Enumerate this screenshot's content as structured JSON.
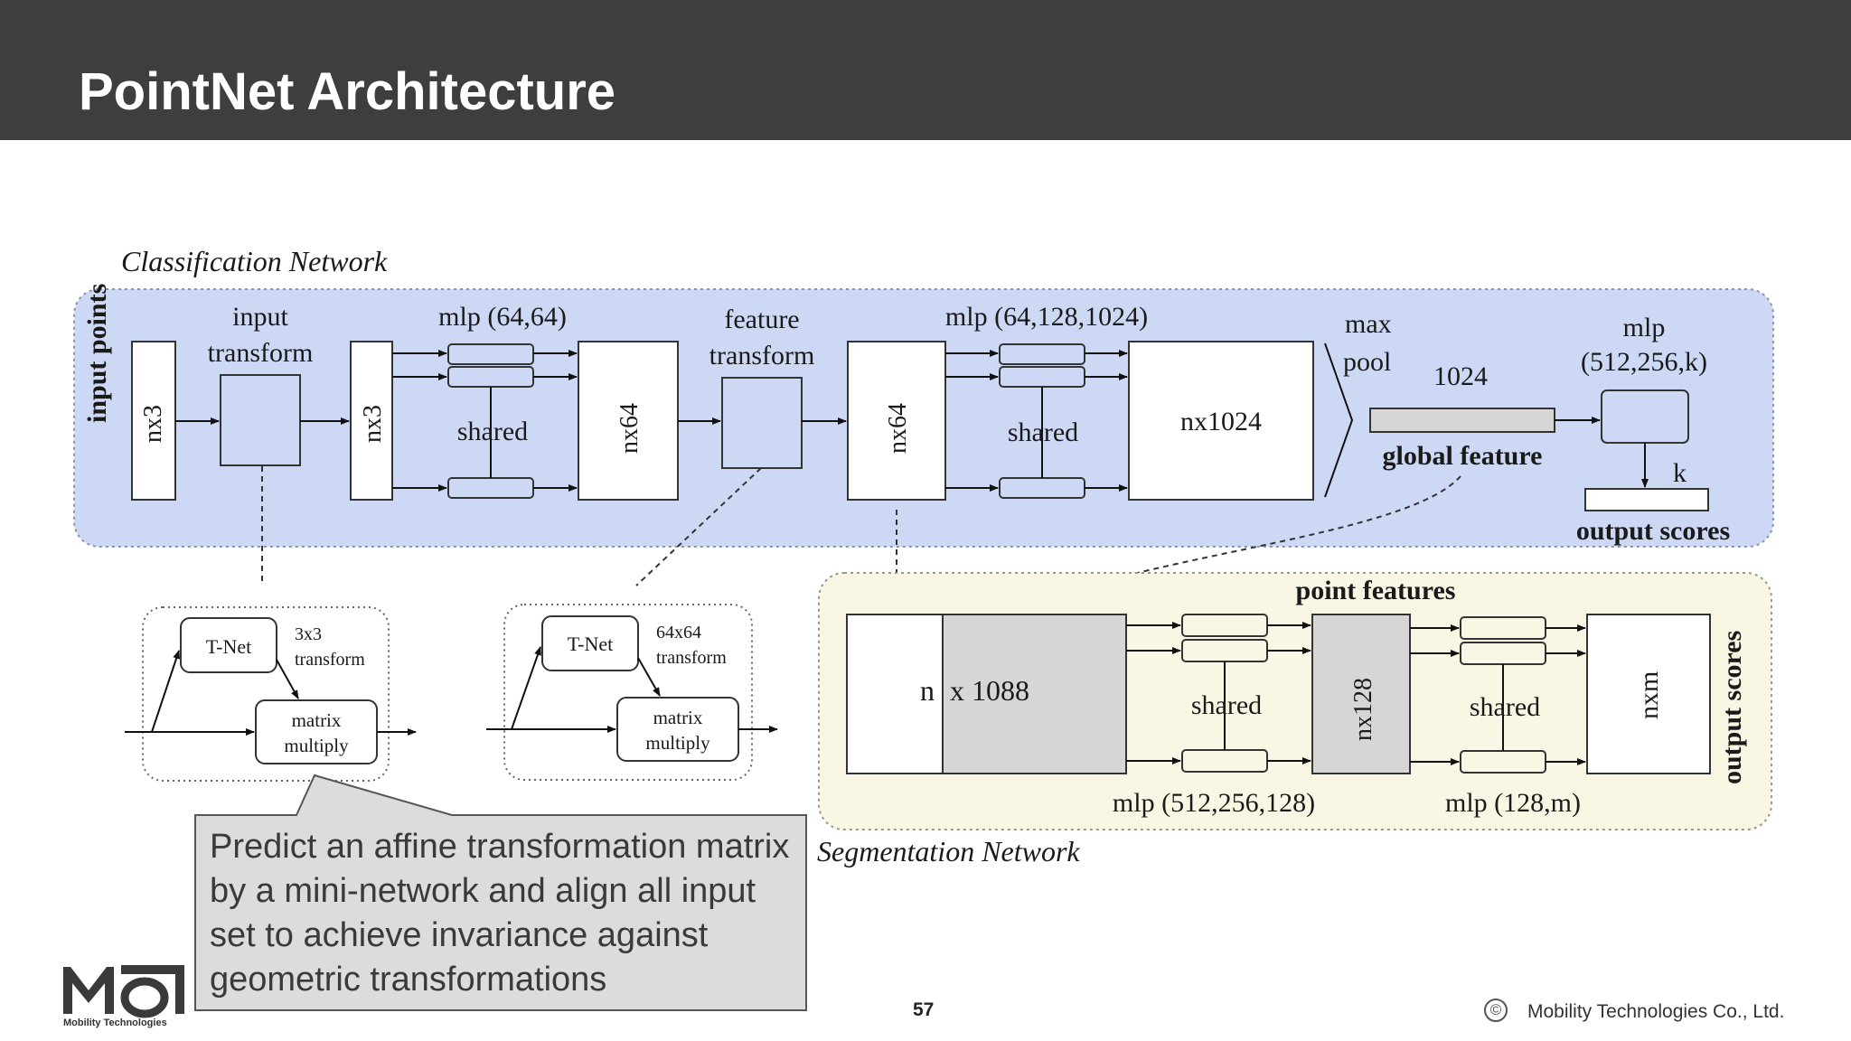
{
  "slide": {
    "title": "PointNet Architecture",
    "page_number": "57",
    "copyright_symbol": "©",
    "copyright": "Mobility Technologies Co., Ltd.",
    "logo_text": "Mobility Technologies",
    "callout": "Predict an affine transformation matrix by a mini-network and align all input set to achieve invariance against geometric transformations"
  },
  "colors": {
    "header_bg": "#3c3f3d",
    "classification_bg": "#cdd8f5",
    "segmentation_bg": "#faf6e4",
    "gray_block": "#d6d6d6",
    "callout_bg": "#dcdcda"
  },
  "diagram": {
    "classification_title": "Classification Network",
    "segmentation_title": "Segmentation Network",
    "input_points": "input points",
    "nx3": "nx3",
    "input_transform_1": "input",
    "input_transform_2": "transform",
    "mlp1": "mlp (64,64)",
    "shared": "shared",
    "nx64": "nx64",
    "feature_transform_1": "feature",
    "feature_transform_2": "transform",
    "mlp2": "mlp (64,128,1024)",
    "nx1024": "nx1024",
    "max": "max",
    "pool": "pool",
    "dim_1024": "1024",
    "global_feature": "global feature",
    "mlp3_1": "mlp",
    "mlp3_2": "(512,256,k)",
    "k": "k",
    "output_scores": "output scores",
    "tnet": "T-Net",
    "t3_1": "3x3",
    "t3_2": "transform",
    "t64_1": "64x64",
    "t64_2": "transform",
    "mm_1": "matrix",
    "mm_2": "multiply",
    "n": "n",
    "x1088": "x 1088",
    "point_features": "point features",
    "nx128": "nx128",
    "nxm": "nxm",
    "mlp4": "mlp (512,256,128)",
    "mlp5": "mlp (128,m)"
  }
}
